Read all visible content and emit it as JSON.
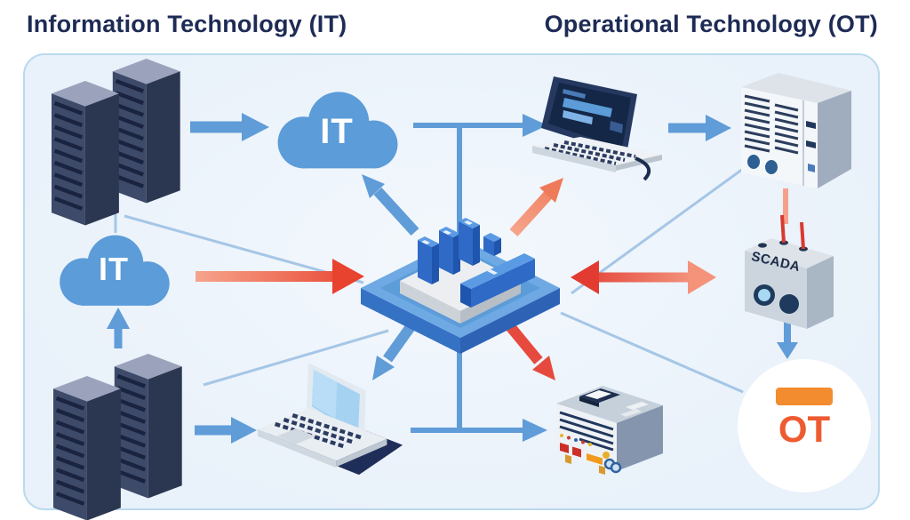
{
  "titles": {
    "left": "Information Technology (IT)",
    "right": "Operational Technology (OT)"
  },
  "labels": {
    "cloud_top": "IT",
    "cloud_left": "IT",
    "scada": "SCADA",
    "ot": "OT"
  },
  "panel": {
    "background": "#edf4fb",
    "border_color": "#badaee"
  },
  "colors": {
    "title_text": "#1d2b55",
    "arrow_blue": "#5f9cd8",
    "arrow_red": "#e8432f",
    "arrow_salmon": "#f08a6e",
    "thin_line": "#a5c6e6",
    "cloud_blue": "#5b9cd9",
    "server_body": "#3d4a69",
    "orange_accent": "#f28c2e",
    "ot_text": "#ee5b31"
  },
  "nodes": [
    {
      "name": "server-towers-top-icon",
      "kind": "dual-server-rack"
    },
    {
      "name": "cloud-it-top-icon",
      "kind": "cloud"
    },
    {
      "name": "office-laptop-icon",
      "kind": "laptop-dark-screen"
    },
    {
      "name": "control-cabinet-icon",
      "kind": "industrial-cabinet"
    },
    {
      "name": "cloud-it-left-icon",
      "kind": "cloud"
    },
    {
      "name": "integration-platform-icon",
      "kind": "isometric-platform-with-blocks"
    },
    {
      "name": "scada-device-icon",
      "kind": "scada-box-with-antennas"
    },
    {
      "name": "ot-badge-icon",
      "kind": "circle-badge"
    },
    {
      "name": "plc-device-icon",
      "kind": "industrial-controller"
    },
    {
      "name": "engineering-laptop-icon",
      "kind": "laptop-blue-screen"
    },
    {
      "name": "server-towers-bottom-icon",
      "kind": "dual-server-rack"
    }
  ]
}
